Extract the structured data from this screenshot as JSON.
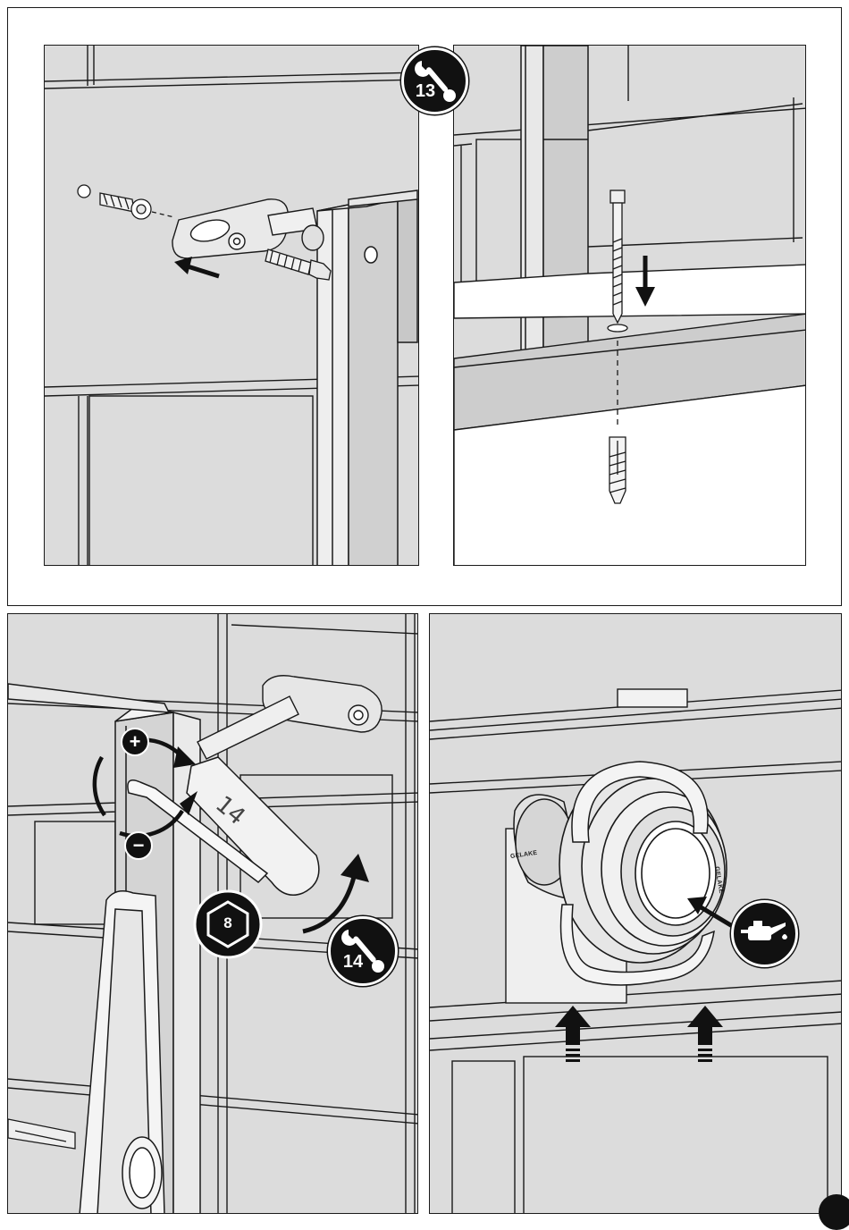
{
  "step_top": {
    "tool_badge": {
      "icon": "wrench-icon",
      "size": "13"
    }
  },
  "step_bottom_left": {
    "wrench_label": "14",
    "tool_badge": {
      "icon": "wrench-icon",
      "size": "14"
    },
    "hex_badge": {
      "icon": "hex-key-icon",
      "size": "8"
    },
    "adjust_plus": "+",
    "adjust_minus": "−"
  },
  "step_bottom_right": {
    "brand_label": "GELAKE",
    "lubricant_badge": {
      "icon": "oil-can-icon"
    }
  },
  "colors": {
    "panel_fill": "#dcdcdc",
    "line": "#1a1a1a",
    "badge": "#111111"
  }
}
